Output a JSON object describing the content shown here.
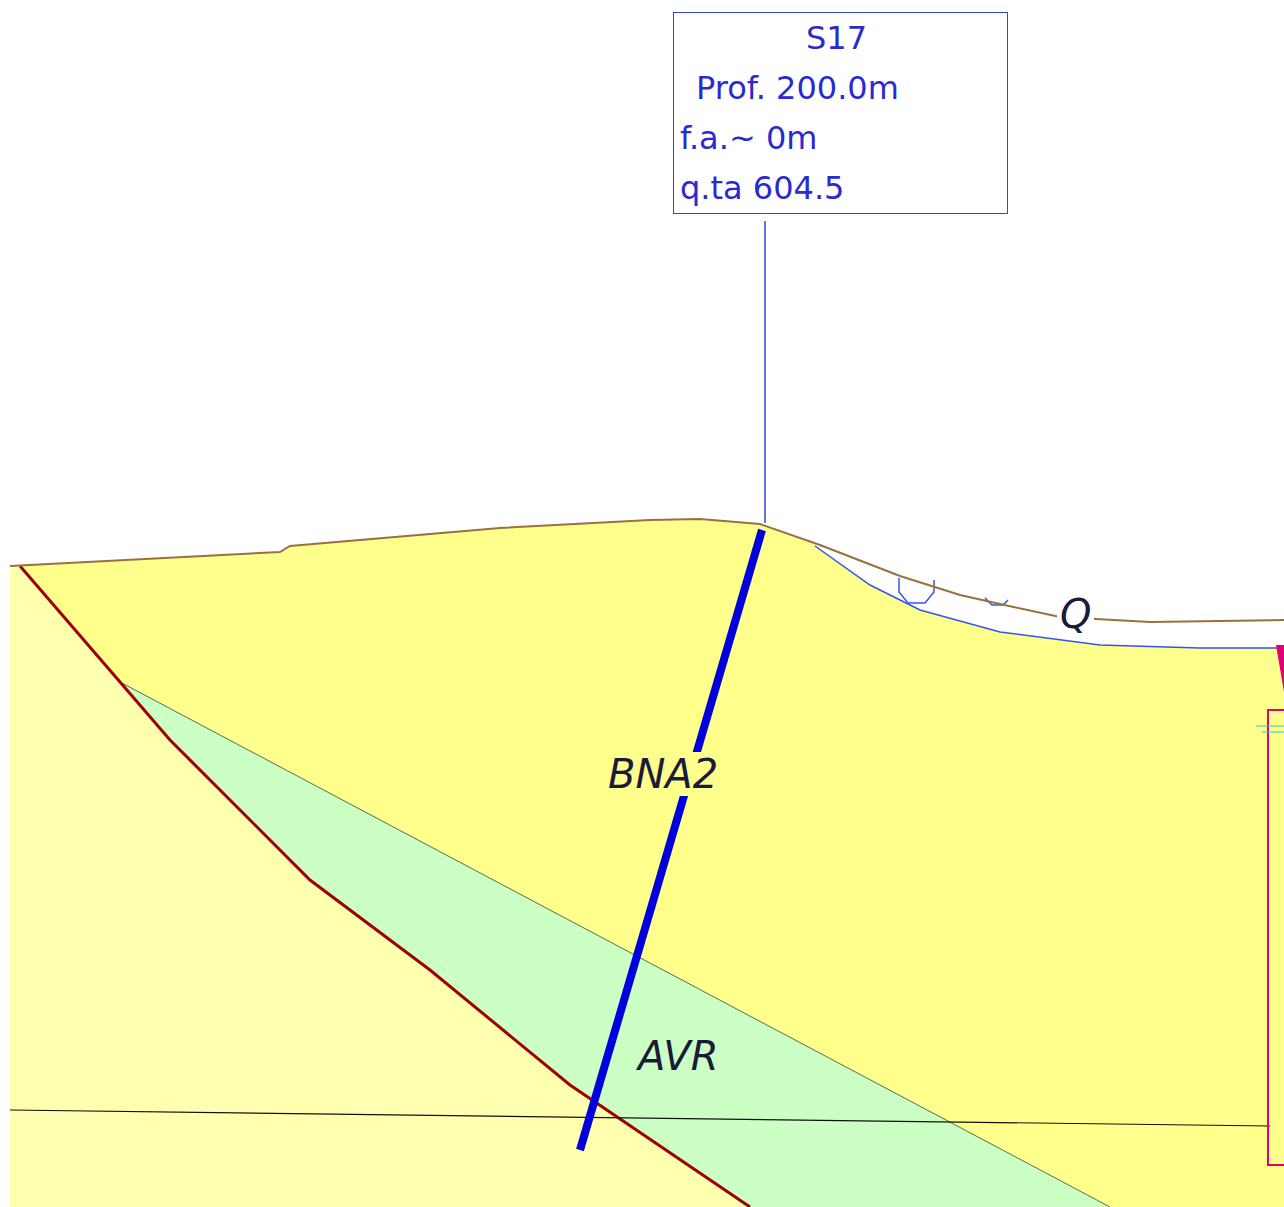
{
  "diagram": {
    "nodes": [
      {
        "text": [
          "S17",
          "Prof. 200.0m",
          "f.a.~ 0m",
          "q.ta 604.5"
        ]
      }
    ],
    "labels": [
      "BNA2",
      "AVR",
      "Q"
    ]
  }
}
